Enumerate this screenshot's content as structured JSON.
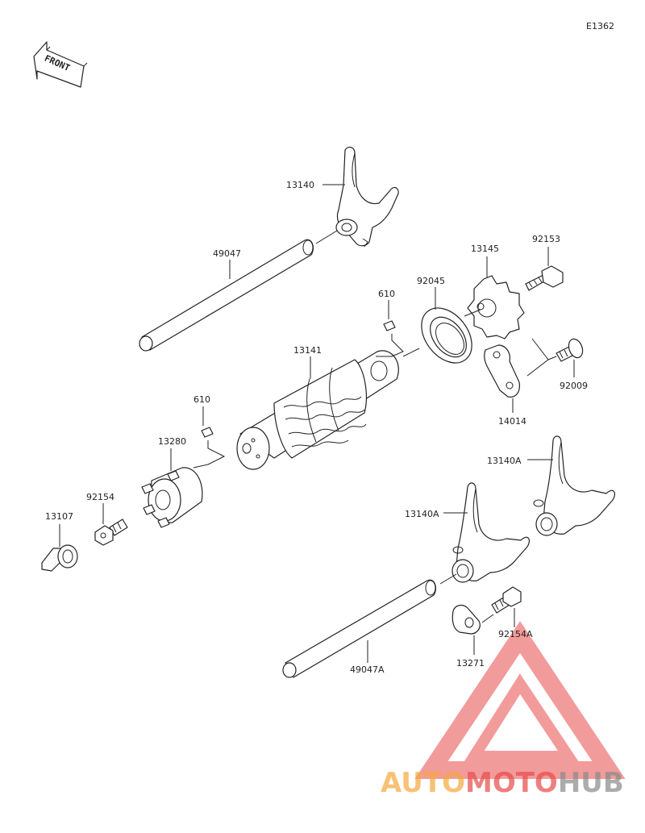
{
  "diagram": {
    "code": "E1362",
    "front_label": "FRONT",
    "parts": {
      "p13140": "13140",
      "p49047": "49047",
      "p13145": "13145",
      "p92153": "92153",
      "p92045": "92045",
      "p610a": "610",
      "p13141": "13141",
      "p92009": "92009",
      "p14014": "14014",
      "p610b": "610",
      "p13280": "13280",
      "p13140Aa": "13140A",
      "p13140Ab": "13140A",
      "p92154": "92154",
      "p13107": "13107",
      "p92154A": "92154A",
      "p13271": "13271",
      "p49047A": "49047A"
    }
  },
  "watermark": {
    "brand_auto": "AUTO",
    "brand_moto": "MOTO",
    "brand_hub": "HUB",
    "colors": {
      "red": "#e84a4a",
      "orange": "#f4a93c",
      "gray": "#8a8a8a"
    }
  }
}
